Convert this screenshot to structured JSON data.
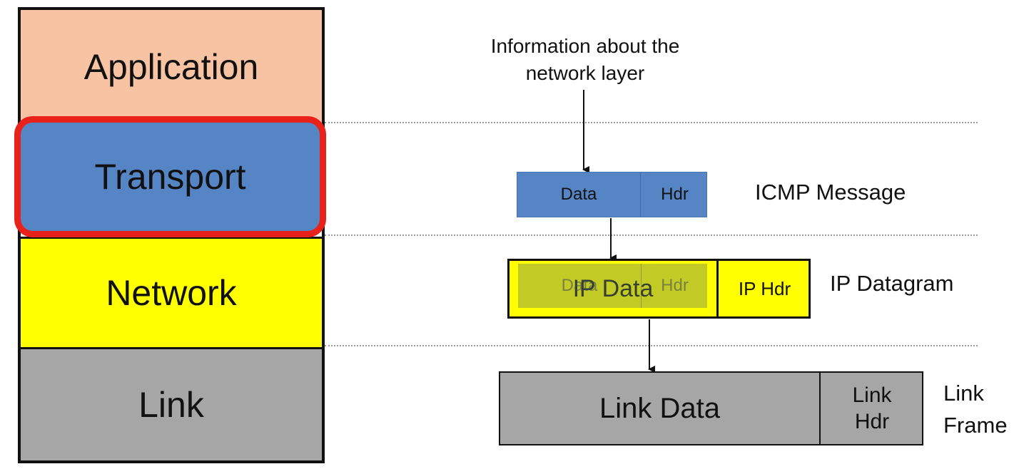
{
  "layers": {
    "application": "Application",
    "transport": "Transport",
    "network": "Network",
    "link": "Link"
  },
  "annotation": {
    "line1": "Information about the",
    "line2": "network layer"
  },
  "icmp": {
    "data": "Data",
    "hdr": "Hdr",
    "label": "ICMP Message"
  },
  "ip": {
    "data": "IP Data",
    "hdr": "IP Hdr",
    "label": "IP Datagram",
    "ghost_data": "Data",
    "ghost_hdr": "Hdr"
  },
  "link_frame": {
    "data": "Link Data",
    "hdr_line1": "Link",
    "hdr_line2": "Hdr",
    "label_line1": "Link",
    "label_line2": "Frame"
  },
  "colors": {
    "application": "#f7c3a2",
    "transport": "#5585c5",
    "highlight": "#e8221b",
    "network": "#ffff00",
    "link": "#a6a6a6"
  }
}
